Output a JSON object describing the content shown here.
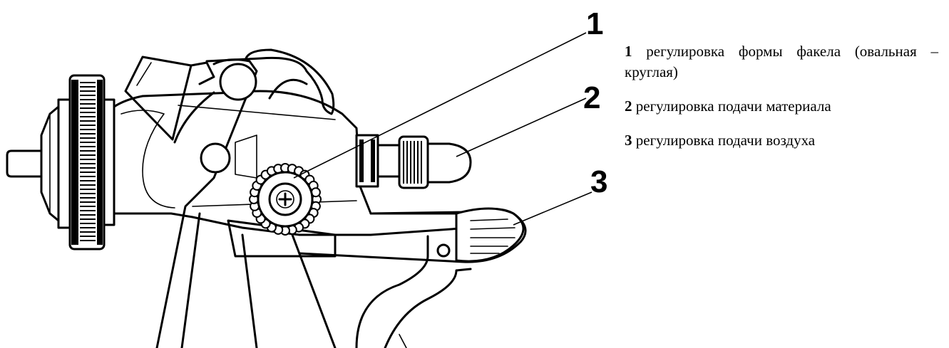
{
  "callouts": [
    {
      "number": "1",
      "label": "регулировка формы факела (овальная – круглая)"
    },
    {
      "number": "2",
      "label": "регулировка подачи материала"
    },
    {
      "number": "3",
      "label": "регулировка подачи воздуха"
    }
  ]
}
